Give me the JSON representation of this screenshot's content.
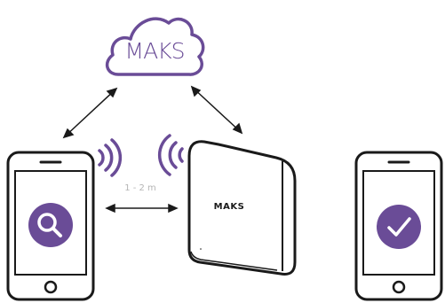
{
  "colors": {
    "accent": "#6a4c97",
    "line": "#1a1a1a",
    "muted_text": "#b5b5b5",
    "background": "#ffffff"
  },
  "cloud": {
    "label": "MAKS",
    "icon": "cloud-icon"
  },
  "hub": {
    "label": "MAKS",
    "icon": "hub-device-icon"
  },
  "distance": {
    "label": "1 - 2 m"
  },
  "phone_left": {
    "icon": "search-icon"
  },
  "phone_right": {
    "icon": "checkmark-icon"
  }
}
